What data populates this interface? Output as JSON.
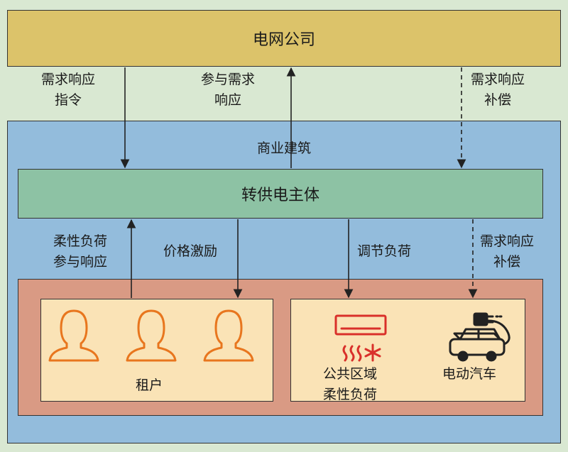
{
  "grid_company": "电网公司",
  "building": "商业建筑",
  "supplier": "转供电主体",
  "flows": {
    "dr_command": [
      "需求响应",
      "指令"
    ],
    "participate_dr": [
      "参与需求",
      "响应"
    ],
    "dr_compensation_top": [
      "需求响应",
      "补偿"
    ],
    "flexible_load_participate": [
      "柔性负荷",
      "参与响应"
    ],
    "price_incentive": "价格激励",
    "adjust_load": "调节负荷",
    "dr_compensation_bottom": [
      "需求响应",
      "补偿"
    ]
  },
  "tenants": {
    "label": "租户",
    "icon": "person-icon",
    "count": 3
  },
  "public_load": {
    "label": [
      "公共区域",
      "柔性负荷"
    ],
    "icon": "air-conditioner-icon"
  },
  "ev": {
    "label": "电动汽车",
    "icon": "electric-car-icon"
  },
  "colors": {
    "grid_company": "#dcc36a",
    "building": "#93bcdc",
    "supplier": "#8dc2a4",
    "load_area": "#d99a84",
    "panel": "#fae3b6",
    "icon_orange": "#e8761e",
    "icon_red": "#d9302a"
  }
}
